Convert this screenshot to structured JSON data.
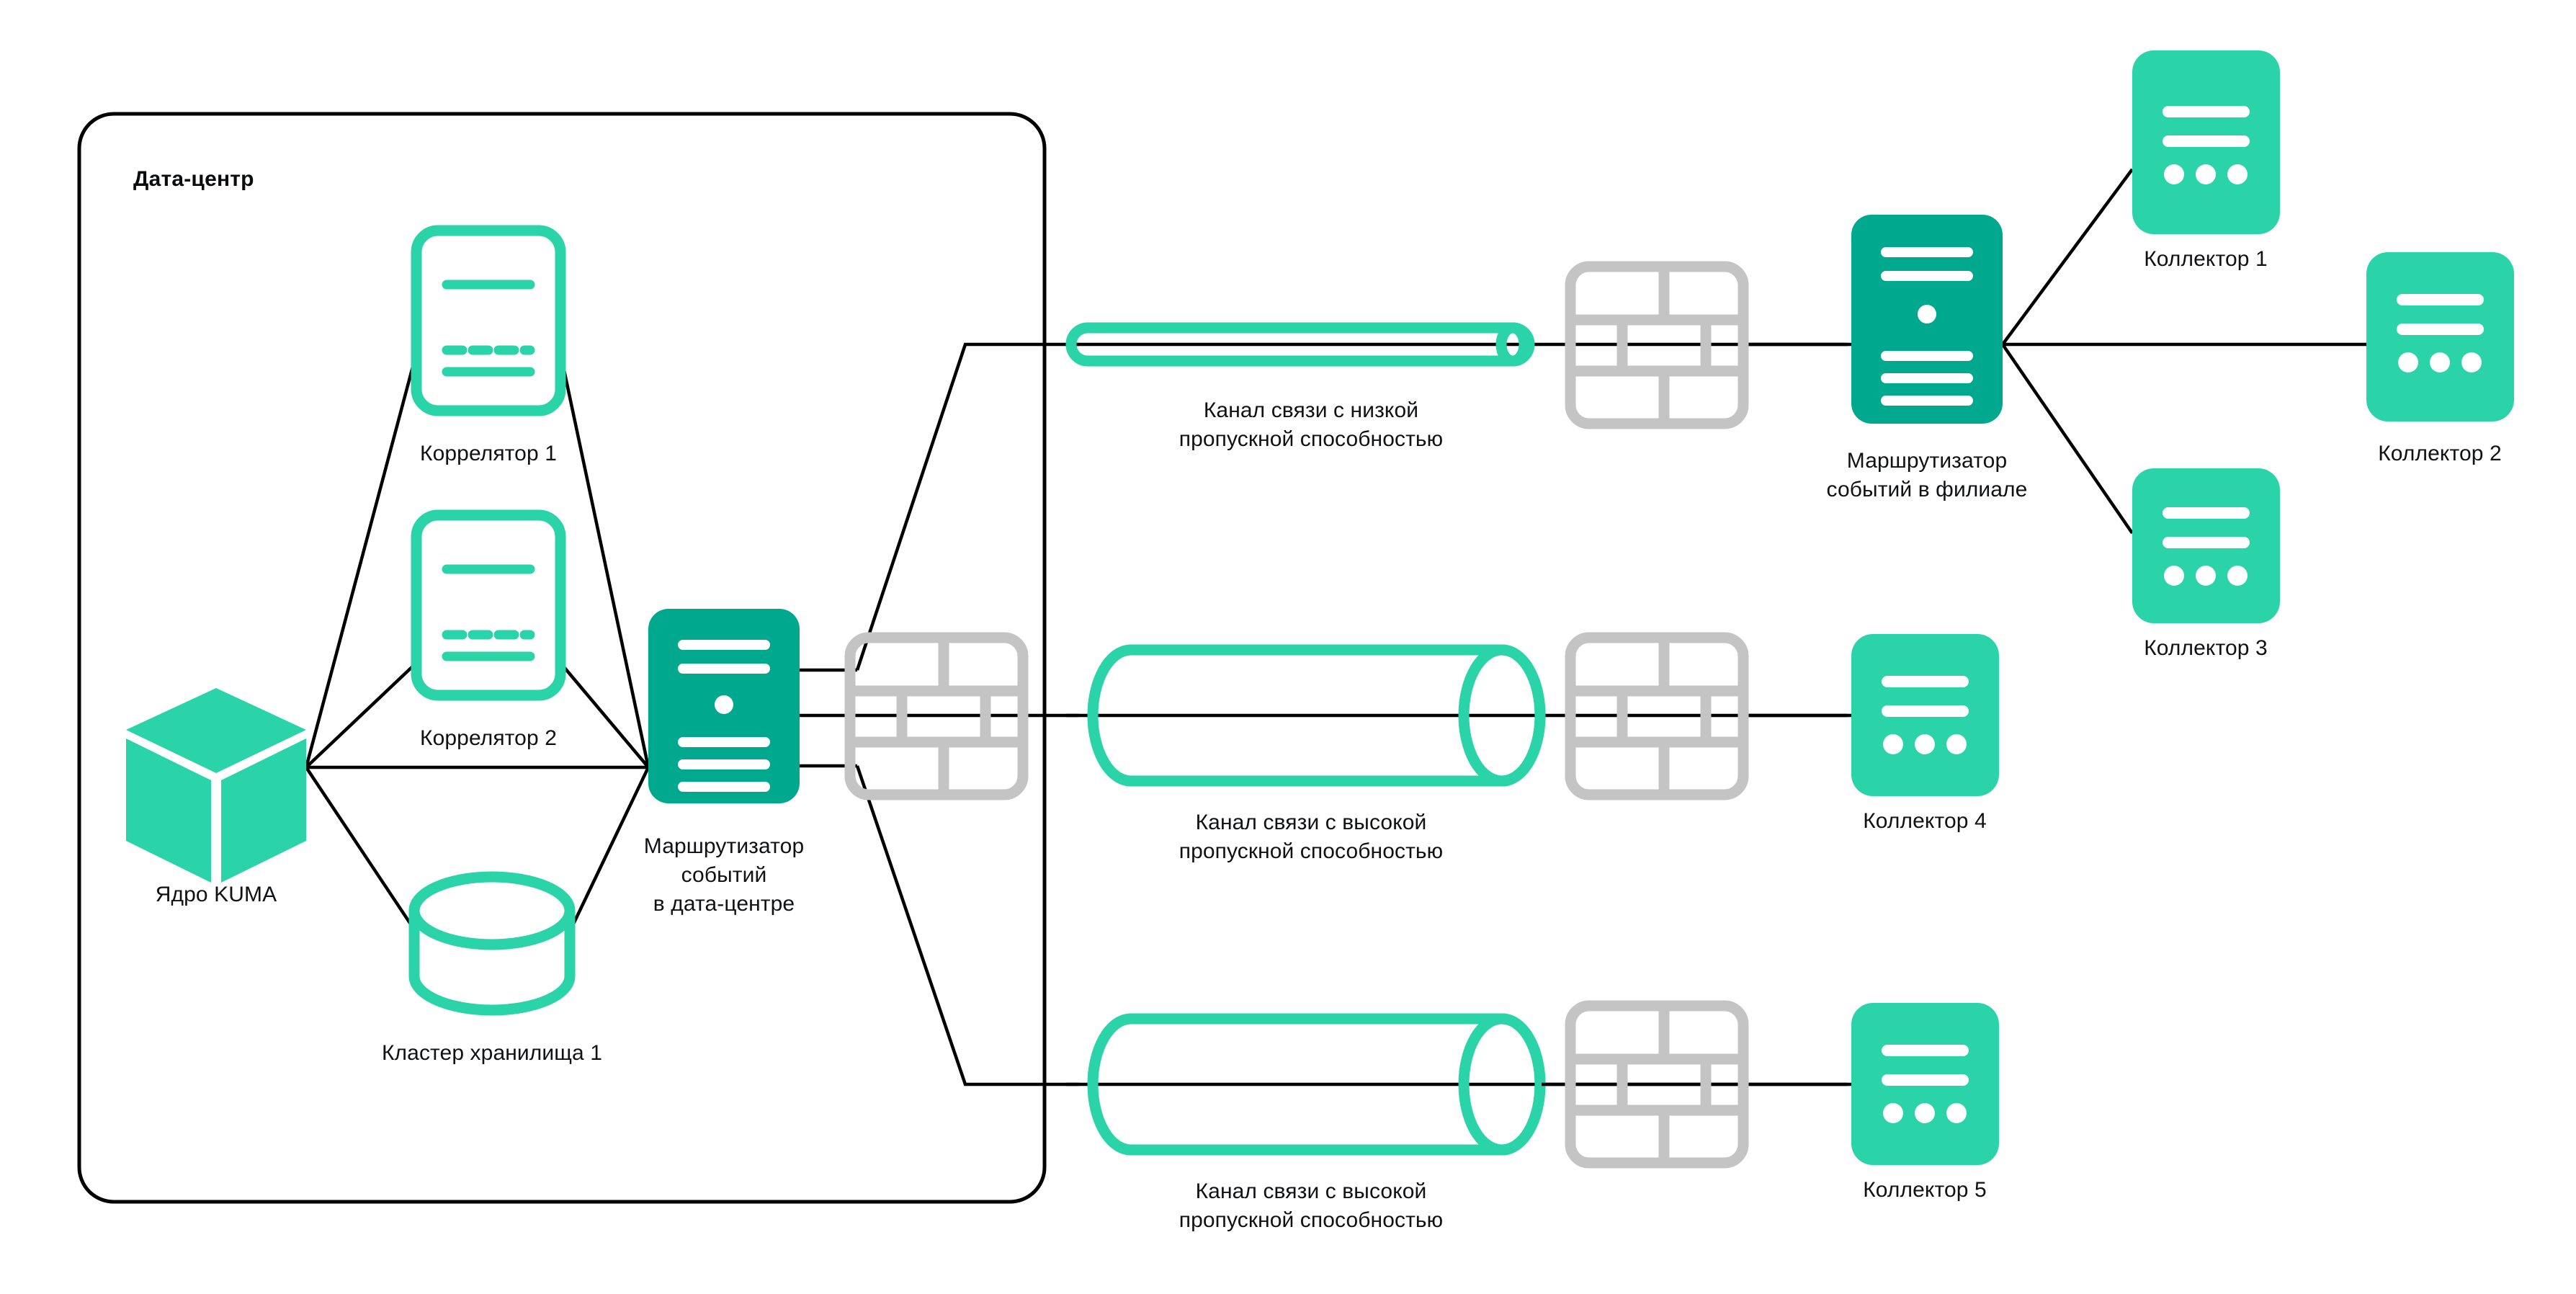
{
  "diagram": {
    "type": "network-architecture",
    "title_visible": false,
    "colors": {
      "collector_fill": "#2ad3a8",
      "router_fill": "#00a88e",
      "correlator_stroke": "#2ad3a8",
      "storage_stroke": "#2ad3a8",
      "channel_stroke": "#2ad3a8",
      "firewall_stroke": "#c4c4c4",
      "cube_fill": "#2ad3a8",
      "line_stroke": "#000000",
      "boundary_stroke": "#000000",
      "background": "#ffffff",
      "text": "#101113"
    },
    "boundary": {
      "label": "Дата-центр",
      "name": "data-center-boundary"
    },
    "nodes": [
      {
        "id": "kuma-core",
        "icon": "cube-icon",
        "label": "Ядро KUMA"
      },
      {
        "id": "correlator-1",
        "icon": "correlator-icon",
        "label": "Коррелятор 1"
      },
      {
        "id": "correlator-2",
        "icon": "correlator-icon",
        "label": "Коррелятор 2"
      },
      {
        "id": "storage-cluster-1",
        "icon": "database-icon",
        "label": "Кластер хранилища 1"
      },
      {
        "id": "dc-event-router",
        "icon": "router-icon",
        "label": "Маршрутизатор\nсобытий\nв дата-центре"
      },
      {
        "id": "dc-firewall",
        "icon": "firewall-icon",
        "label": ""
      },
      {
        "id": "branch-firewall",
        "icon": "firewall-icon",
        "label": ""
      },
      {
        "id": "mid-firewall",
        "icon": "firewall-icon",
        "label": ""
      },
      {
        "id": "branch-router",
        "icon": "router-icon",
        "label": "Маршрутизатор\nсобытий в филиале"
      },
      {
        "id": "collector-1",
        "icon": "collector-icon",
        "label": "Коллектор 1"
      },
      {
        "id": "collector-2",
        "icon": "collector-icon",
        "label": "Коллектор 2"
      },
      {
        "id": "collector-3",
        "icon": "collector-icon",
        "label": "Коллектор 3"
      },
      {
        "id": "collector-4",
        "icon": "collector-icon",
        "label": "Коллектор 4"
      },
      {
        "id": "collector-5",
        "icon": "collector-icon",
        "label": "Коллектор 5"
      }
    ],
    "channels": [
      {
        "id": "channel-low",
        "kind": "low-bandwidth",
        "label": "Канал связи с низкой\nпропускной способностью"
      },
      {
        "id": "channel-high-1",
        "kind": "high-bandwidth",
        "label": "Канал связи с высокой\nпропускной способностью"
      },
      {
        "id": "channel-high-2",
        "kind": "high-bandwidth",
        "label": "Канал связи с высокой\nпропускной способностью"
      }
    ],
    "edges": [
      {
        "from": "kuma-core",
        "to": "correlator-1"
      },
      {
        "from": "kuma-core",
        "to": "correlator-2"
      },
      {
        "from": "kuma-core",
        "to": "storage-cluster-1"
      },
      {
        "from": "kuma-core",
        "to": "dc-event-router"
      },
      {
        "from": "correlator-1",
        "to": "dc-event-router"
      },
      {
        "from": "correlator-2",
        "to": "dc-event-router"
      },
      {
        "from": "storage-cluster-1",
        "to": "dc-event-router"
      },
      {
        "from": "dc-event-router",
        "to": "dc-firewall"
      },
      {
        "from": "dc-firewall",
        "to": "channel-low"
      },
      {
        "from": "dc-firewall",
        "to": "channel-high-1"
      },
      {
        "from": "dc-firewall",
        "to": "channel-high-2"
      },
      {
        "from": "channel-low",
        "to": "branch-firewall"
      },
      {
        "from": "branch-firewall",
        "to": "branch-router"
      },
      {
        "from": "branch-router",
        "to": "collector-1"
      },
      {
        "from": "branch-router",
        "to": "collector-2"
      },
      {
        "from": "branch-router",
        "to": "collector-3"
      },
      {
        "from": "channel-high-1",
        "to": "mid-firewall"
      },
      {
        "from": "mid-firewall",
        "to": "collector-4"
      },
      {
        "from": "channel-high-2",
        "to": "collector-5"
      }
    ]
  }
}
